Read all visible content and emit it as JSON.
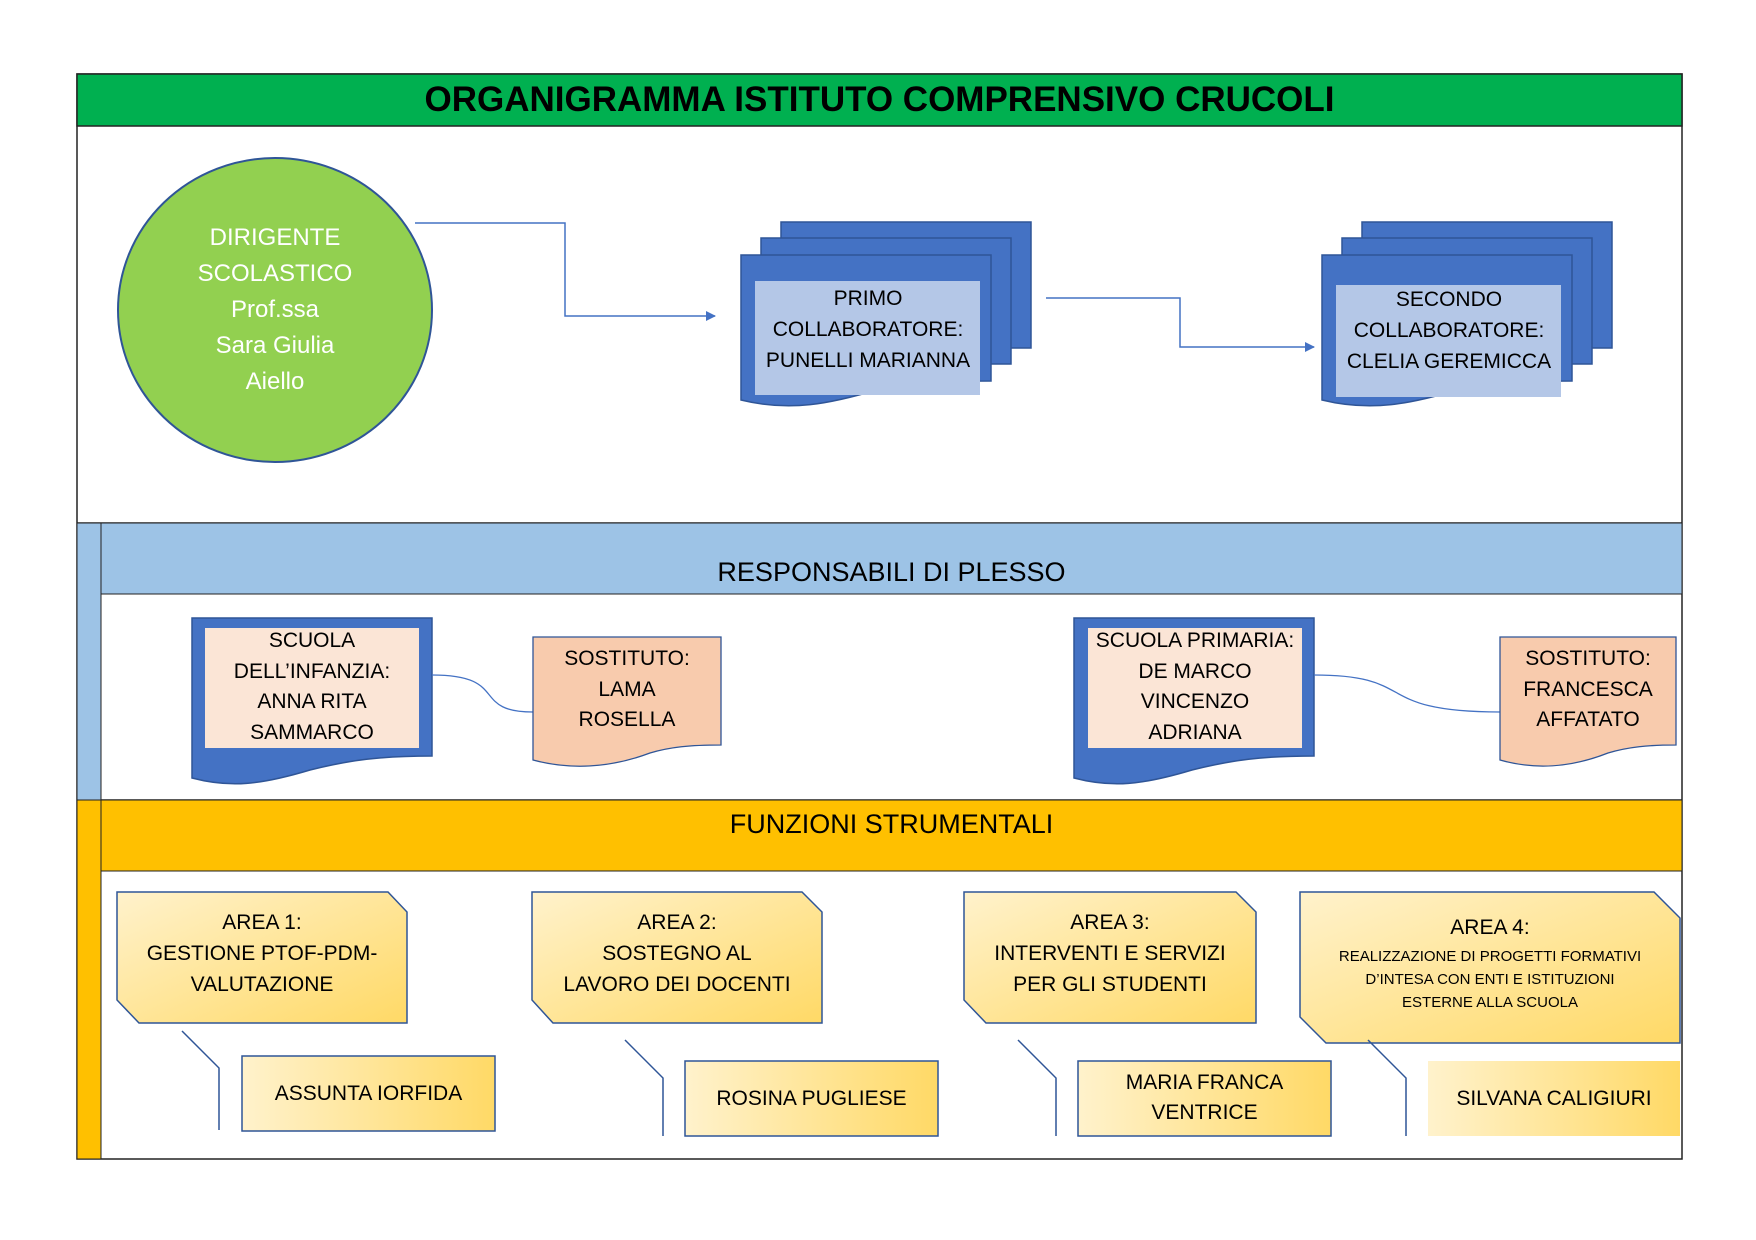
{
  "title": "ORGANIGRAMMA ISTITUTO COMPRENSIVO CRUCOLI",
  "dirigente": [
    "DIRIGENTE",
    "SCOLASTICO",
    "Prof.ssa",
    "Sara Giulia",
    "Aiello"
  ],
  "primo_collaboratore": [
    "PRIMO",
    "COLLABORATORE:",
    "PUNELLI MARIANNA"
  ],
  "secondo_collaboratore": [
    "SECONDO",
    "COLLABORATORE:",
    "CLELIA GEREMICCA"
  ],
  "responsabili_title": "RESPONSABILI DI PLESSO",
  "infanzia": [
    "SCUOLA",
    "DELL’INFANZIA:",
    "ANNA RITA",
    "SAMMARCO"
  ],
  "sostituto_1": [
    "SOSTITUTO:",
    "LAMA",
    "ROSELLA"
  ],
  "primaria": [
    "SCUOLA PRIMARIA:",
    "DE MARCO",
    "VINCENZO",
    "ADRIANA"
  ],
  "sostituto_2": [
    "SOSTITUTO:",
    "FRANCESCA",
    "AFFATATO"
  ],
  "funzioni_title": "FUNZIONI STRUMENTALI",
  "areas": [
    {
      "heading": "AREA 1:",
      "lines": [
        "GESTIONE PTOF-PDM-",
        "VALUTAZIONE"
      ],
      "person": [
        "ASSUNTA IORFIDA"
      ]
    },
    {
      "heading": "AREA 2:",
      "lines": [
        "SOSTEGNO AL",
        "LAVORO DEI DOCENTI"
      ],
      "person": [
        "ROSINA PUGLIESE"
      ]
    },
    {
      "heading": "AREA 3:",
      "lines": [
        "INTERVENTI E SERVIZI",
        "PER GLI STUDENTI"
      ],
      "person": [
        "MARIA FRANCA",
        "VENTRICE"
      ]
    },
    {
      "heading": "AREA 4:",
      "lines": [
        "REALIZZAZIONE DI PROGETTI FORMATIVI",
        "D’INTESA CON ENTI E ISTITUZIONI",
        "ESTERNE ALLA SCUOLA"
      ],
      "person": [
        "SILVANA CALIGIURI"
      ]
    }
  ],
  "colors": {
    "title_band": "#00b050",
    "circle": "#92d050",
    "doc_blue": "#4472c4",
    "doc_inner": "#b4c7e7",
    "plesso_band": "#9dc3e6",
    "infanzia_inner": "#fbe5d6",
    "sostituto_fill": "#f8cbad",
    "funzioni_band": "#ffc000",
    "area_light": "#fff2cc",
    "area_dark": "#ffd966"
  }
}
